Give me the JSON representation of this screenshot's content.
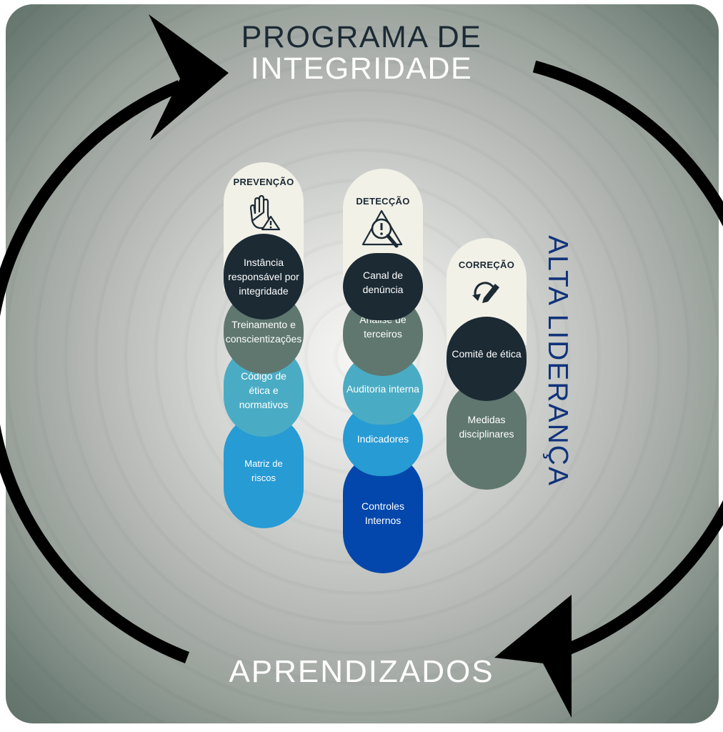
{
  "title": {
    "line1": "PROGRAMA DE",
    "line2": "INTEGRIDADE",
    "bottom": "APRENDIZADOS"
  },
  "side_label": "ALTA LIDERANÇA",
  "columns": {
    "prevencao": {
      "title": "PREVENÇÃO",
      "icon": "hand-warning-icon",
      "items": [
        "Instância\nresponsável por\nintegridade",
        "Treinamento e\nconscientizações",
        "Código de\nética e\nnormativos",
        "Matriz de\nriscos"
      ]
    },
    "deteccao": {
      "title": "DETECÇÃO",
      "icon": "magnifier-warning-icon",
      "items": [
        "Canal de\ndenúncia",
        "Análise de\nterceiros",
        "Auditoria interna",
        "Indicadores",
        "Controles\nInternos"
      ]
    },
    "correcao": {
      "title": "CORREÇÃO",
      "icon": "correction-pen-icon",
      "items": [
        "Comitê de ética",
        "Medidas\ndisciplinares"
      ]
    }
  },
  "colors": {
    "dark": "#1b2a33",
    "grey": "#5f776f",
    "teal": "#4aacc4",
    "blue": "#279bd4",
    "navy": "#0347ac",
    "cream": "#f2f1e8",
    "side_label": "#10337a"
  }
}
